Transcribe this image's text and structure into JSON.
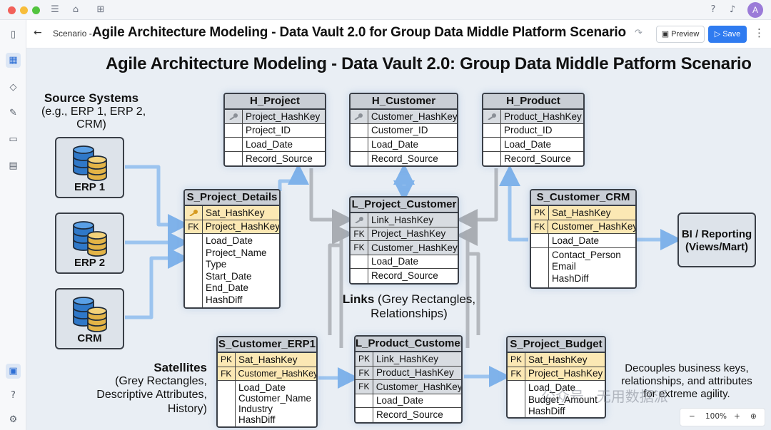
{
  "app": {
    "breadcrumb": "Scenario -",
    "doc_title": "Agile Architecture Modeling - Data Vault 2.0 for Group Data Middle Platform Scenario",
    "preview_label": "Preview",
    "save_label": "Save",
    "avatar_letter": "A",
    "zoom_level": "100%",
    "zoom_minus": "−",
    "zoom_plus": "+"
  },
  "diagram": {
    "title": "Agile Architecture Modeling - Data Vault 2.0:  Group Data Middle Patform Scenario",
    "source_caption": [
      "Source Systems",
      "(e.g., ERP 1, ERP 2,",
      "CRM)"
    ],
    "sources": [
      "ERP 1",
      "ERP 2",
      "CRM"
    ],
    "links_caption": [
      "Links",
      " (Grey Rectangles,",
      "Relationships)"
    ],
    "satellites_caption": [
      "Satellites",
      "(Grey Rectangles,",
      "Descriptive Attributes,",
      "History)"
    ],
    "decouple_caption": [
      "Decouples business keys,",
      "relationships, and attributes",
      "for extreme agility."
    ],
    "bi": [
      "BI / Reporting",
      "(Views/Mart)"
    ],
    "entities": {
      "h_project": {
        "name": "H_Project",
        "rows": [
          "Project_HashKey",
          "Project_ID",
          "Load_Date",
          "Record_Source"
        ]
      },
      "h_customer": {
        "name": "H_Customer",
        "rows": [
          "Customer_HashKey",
          "Customer_ID",
          "Load_Date",
          "Record_Source"
        ]
      },
      "h_product": {
        "name": "H_Product",
        "rows": [
          "Product_HashKey",
          "Product_ID",
          "Load_Date",
          "Record_Source"
        ]
      },
      "s_project_details": {
        "name": "S_Project_Details",
        "fk_label": "FK",
        "keys": [
          "Sat_HashKey",
          "Project_HashKey"
        ],
        "attrs": [
          "Load_Date",
          "Project_Name",
          "Type",
          "Start_Date",
          "End_Date",
          "HashDiff"
        ]
      },
      "l_project_customer": {
        "name": "L_Project_Customer",
        "fk_label": "FK",
        "rows": [
          "Link_HashKey",
          "Project_HashKey",
          "Customer_HashKey",
          "Load_Date",
          "Record_Source"
        ]
      },
      "s_customer_crm": {
        "name": "S_Customer_CRM",
        "pk_label": "PK",
        "fk_label": "FK",
        "keys": [
          "Sat_HashKey",
          "Customer_HashKey"
        ],
        "attrs": [
          "Load_Date",
          "Contact_Person",
          "Email",
          "HashDiff"
        ]
      },
      "s_customer_erp1": {
        "name": "S_Customer_ERP1",
        "pk_label": "PK",
        "fk_label": "FK",
        "keys": [
          "Sat_HashKey",
          "Customer_HashKey"
        ],
        "attrs": [
          "Load_Date",
          "Customer_Name",
          "Industry",
          "HashDiff"
        ]
      },
      "l_product_customer": {
        "name": "L_Product_Customer",
        "pk_label": "PK",
        "fk_label": "FK",
        "rows": [
          "Link_HashKey",
          "Product_HashKey",
          "Customer_HashKey",
          "Load_Date",
          "Record_Source"
        ]
      },
      "s_project_budget": {
        "name": "S_Project_Budget",
        "pk_label": "PK",
        "fk_label": "FK",
        "keys": [
          "Sat_HashKey",
          "Project_HashKey"
        ],
        "attrs": [
          "Load_Date",
          "Budget_Amount",
          "HashDiff"
        ]
      }
    },
    "watermark": "公众号 · 无用数据派"
  }
}
